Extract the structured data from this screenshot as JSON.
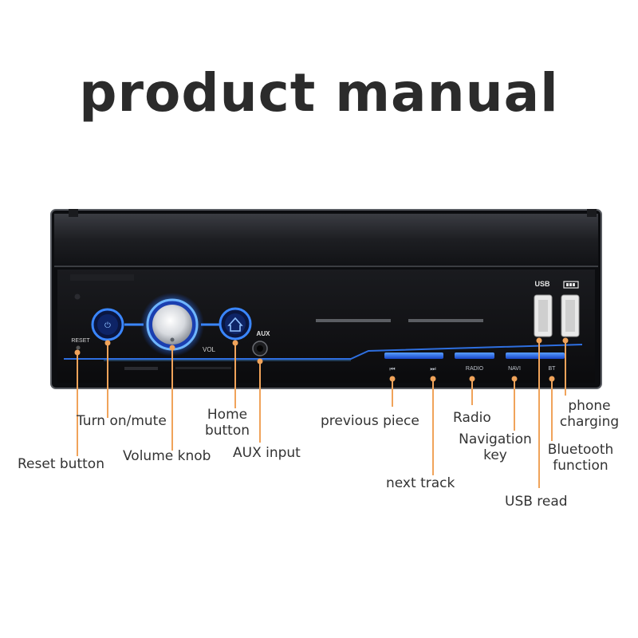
{
  "title": "product manual",
  "device": {
    "reset_label": "RESET",
    "vol_label": "VOL",
    "aux_label": "AUX",
    "usb_label": "USB",
    "key_radio": "RADIO",
    "key_navi": "NAVI",
    "key_bt": "BT",
    "key_prev": "⏮",
    "key_next": "⏭"
  },
  "callouts": {
    "reset": "Reset button",
    "power": "Turn on/mute",
    "volume": "Volume knob",
    "home_1": "Home",
    "home_2": "button",
    "aux": "AUX input",
    "previous": "previous piece",
    "next": "next track",
    "radio": "Radio",
    "navi_1": "Navigation",
    "navi_2": "key",
    "usb_read": "USB read",
    "bt_1": "Bluetooth",
    "bt_2": "function",
    "phone_1": "phone",
    "phone_2": "charging"
  },
  "colors": {
    "leader": "#f0a35a",
    "glow": "#2f7fff",
    "body": "#101114"
  }
}
